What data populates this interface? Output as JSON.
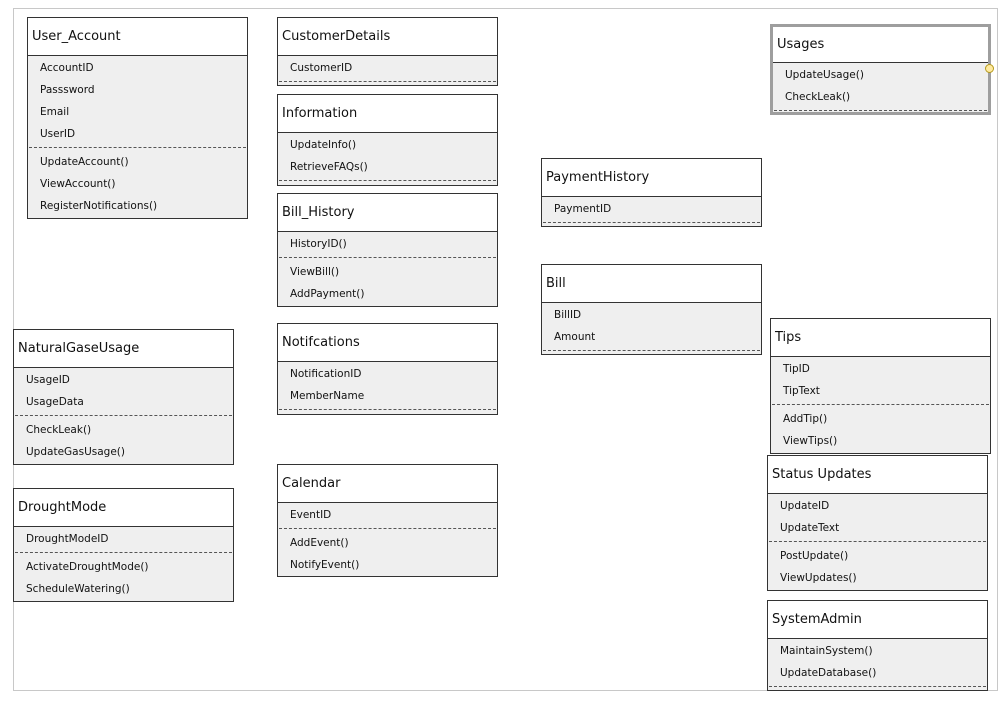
{
  "classes": {
    "user_account": {
      "name": "User_Account",
      "attributes": [
        "AccountID",
        "Passsword",
        "Email",
        "UserID"
      ],
      "methods": [
        "UpdateAccount()",
        "ViewAccount()",
        "RegisterNotifications()"
      ]
    },
    "customer_details": {
      "name": "CustomerDetails",
      "attributes": [
        "CustomerID"
      ],
      "methods": []
    },
    "information": {
      "name": "Information",
      "attributes": [
        "UpdateInfo()",
        "RetrieveFAQs()"
      ],
      "methods": []
    },
    "bill_history": {
      "name": "Bill_History",
      "attributes": [
        "HistoryID()"
      ],
      "methods": [
        "ViewBill()",
        "AddPayment()"
      ]
    },
    "notifications": {
      "name": "Notifcations",
      "attributes": [
        "NotificationID",
        "MemberName"
      ],
      "methods": []
    },
    "calendar": {
      "name": "Calendar",
      "attributes": [
        "EventID"
      ],
      "methods": [
        "AddEvent()",
        "NotifyEvent()"
      ]
    },
    "payment_history": {
      "name": "PaymentHistory",
      "attributes": [
        "PaymentID"
      ],
      "methods": []
    },
    "bill": {
      "name": "Bill",
      "attributes": [
        "BillID",
        "Amount"
      ],
      "methods": []
    },
    "usages": {
      "name": "Usages",
      "attributes": [
        "UpdateUsage()",
        "CheckLeak()"
      ],
      "methods": []
    },
    "natural_gas_usage": {
      "name": "NaturalGaseUsage",
      "attributes": [
        "UsageID",
        "UsageData"
      ],
      "methods": [
        "CheckLeak()",
        "UpdateGasUsage()"
      ]
    },
    "drought_mode": {
      "name": "DroughtMode",
      "attributes": [
        "DroughtModeID"
      ],
      "methods": [
        "ActivateDroughtMode()",
        "ScheduleWatering()"
      ]
    },
    "tips": {
      "name": "Tips",
      "attributes": [
        "TipID",
        "TipText"
      ],
      "methods": [
        "AddTip()",
        "ViewTips()"
      ]
    },
    "status_updates": {
      "name": "Status Updates",
      "attributes": [
        "UpdateID",
        "UpdateText"
      ],
      "methods": [
        "PostUpdate()",
        "ViewUpdates()"
      ]
    },
    "system_admin": {
      "name": "SystemAdmin",
      "attributes": [
        "MaintainSystem()",
        "UpdateDatabase()"
      ],
      "methods": []
    }
  },
  "colors": {
    "border": "#333333",
    "header_bg": "#ffffff",
    "body_bg": "#efefef",
    "selection_border": "#9e9e9e",
    "handle": "#ffeaa0"
  }
}
